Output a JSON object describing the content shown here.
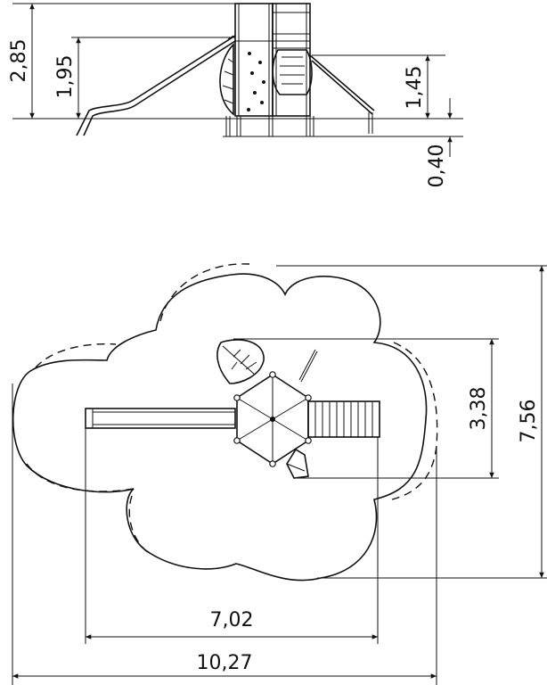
{
  "dimensions": {
    "total_height": "2,85",
    "platform_height_tall": "1,95",
    "platform_height_low": "1,45",
    "foundation_depth": "0,40",
    "equipment_width": "3,38",
    "safety_area_width": "7,56",
    "equipment_length": "7,02",
    "safety_area_length": "10,27"
  }
}
